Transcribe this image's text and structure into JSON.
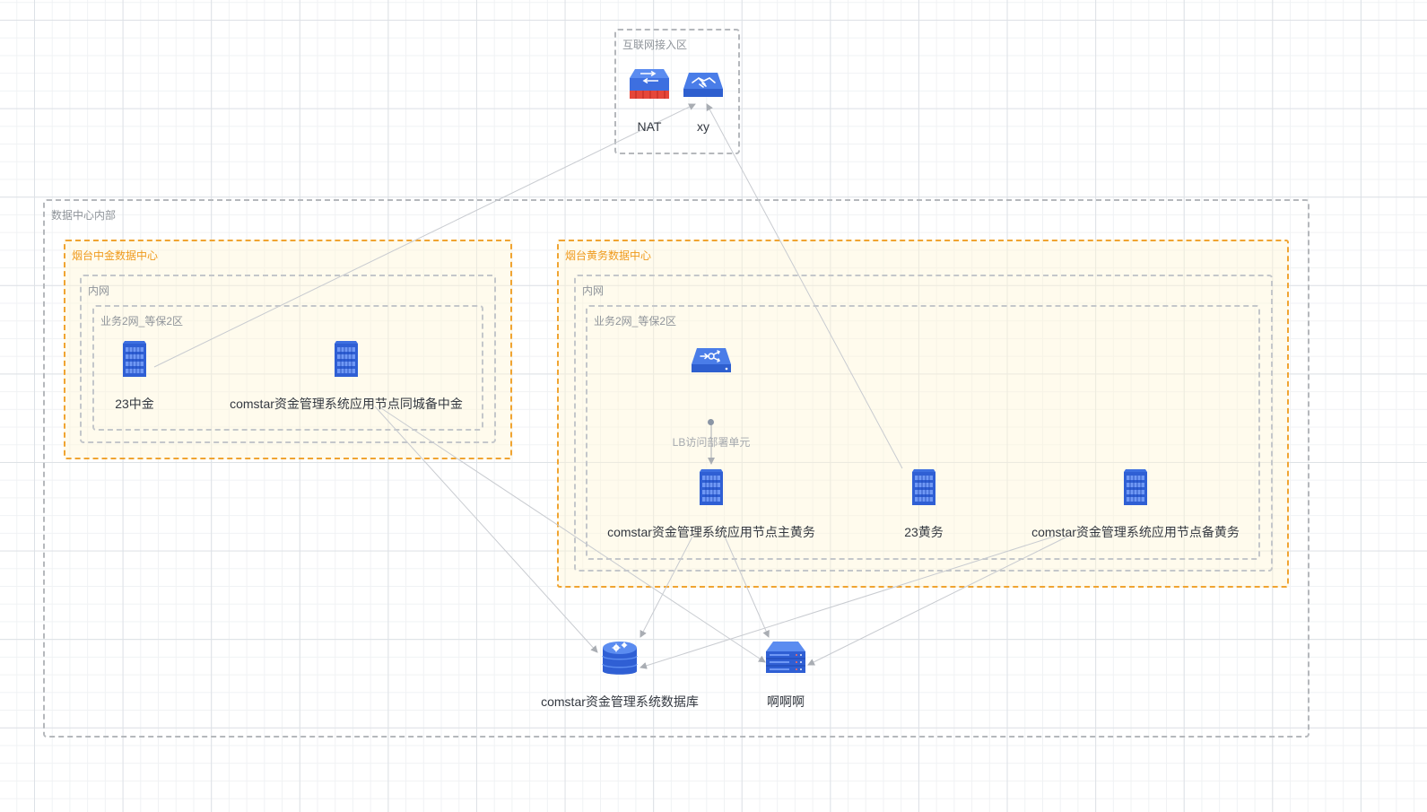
{
  "zones": {
    "internet": "互联网接入区",
    "datacenter": "数据中心内部",
    "zhongjin": "烟台中金数据中心",
    "zhongjin_intranet": "内网",
    "zhongjin_business": "业务2网_等保2区",
    "huangwu": "烟台黄务数据中心",
    "huangwu_intranet": "内网",
    "huangwu_business": "业务2网_等保2区"
  },
  "nodes": {
    "nat": "NAT",
    "xy": "xy",
    "zj23": "23中金",
    "comstar_standby_zj": "comstar资金管理系统应用节点同城备中金",
    "lb": "",
    "lb_label": "LB访问部署单元",
    "comstar_primary_hw": "comstar资金管理系统应用节点主黄务",
    "hw23": "23黄务",
    "comstar_backup_hw": "comstar资金管理系统应用节点备黄务",
    "comstar_db": "comstar资金管理系统数据库",
    "aaa": "啊啊啊"
  },
  "colors": {
    "icon_blue": "#3d6fe0",
    "icon_dark": "#2049b8",
    "nat_red": "#e5473a",
    "zone_orange": "#f0a431",
    "edge": "#c8cbd0"
  },
  "icons": {
    "nat": "nat-router-icon",
    "xy": "handshake-device-icon",
    "server": "server-rack-icon",
    "lb": "load-balancer-icon",
    "db": "database-gear-icon",
    "storage": "storage-server-icon"
  }
}
